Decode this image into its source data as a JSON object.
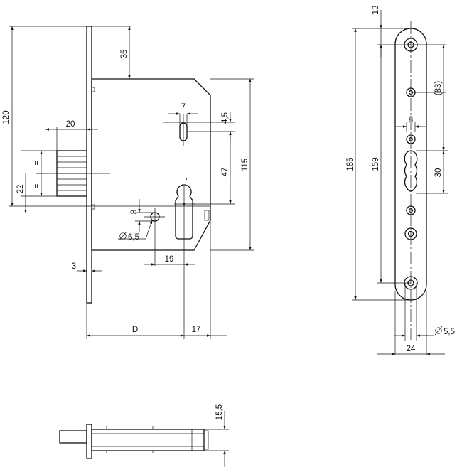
{
  "colors": {
    "line": "#111111",
    "background": "#ffffff"
  },
  "front_view": {
    "dims": {
      "height_120": "120",
      "top_35": "35",
      "bolt_20": "20",
      "equal_a": "=",
      "equal_b": "=",
      "height_22": "22",
      "slot_7": "7",
      "slot_4_5": "4,5",
      "spacing_47": "47",
      "case_115": "115",
      "hole_8": "8",
      "hole_dia_6_5": "6,5",
      "offset_19": "19",
      "plate_3": "3",
      "backset_D": "D",
      "offset_17": "17"
    }
  },
  "faceplate_view": {
    "dims": {
      "top_13": "13",
      "total_185": "185",
      "span_159": "159",
      "span_83": "(83)",
      "gap_8": "8",
      "latch_30": "30",
      "hole_dia_5_5": "5,5",
      "width_24": "24"
    }
  },
  "bottom_view": {
    "dims": {
      "thickness_15_5": "15,5"
    }
  }
}
